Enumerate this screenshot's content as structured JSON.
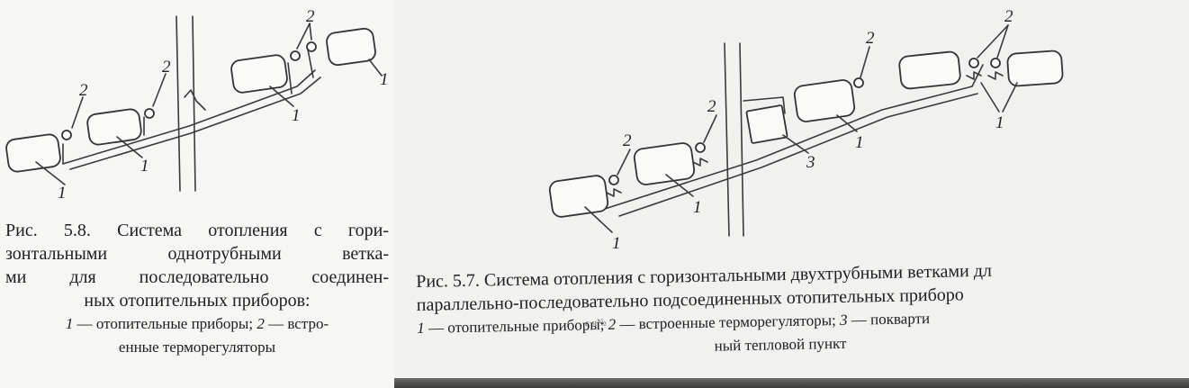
{
  "fig58": {
    "caption_lines": [
      "Рис. 5.8. Система отопления с гори-",
      "зонтальными однотрубными ветка-",
      "ми для последовательно соединен-",
      "ных отопительных приборов:"
    ],
    "legend": {
      "n1": "1",
      "t1": " — отопительные приборы; ",
      "n2": "2",
      "t2": " — встро-",
      "line2": "енные терморегуляторы"
    },
    "labels": [
      "1",
      "1",
      "1",
      "1",
      "2",
      "2",
      "2"
    ]
  },
  "fig57": {
    "caption_lines": [
      "Рис. 5.7. Система отопления с горизонтальными двухтрубными ветками дл",
      "параллельно-последовательно подсоединенных отопительных приборо"
    ],
    "legend": {
      "n1": "1",
      "t1": " — отопительные приборы; ",
      "n2": "2",
      "t2": " — встроенные терморегуляторы; ",
      "n3": "3",
      "t3": " — покварти",
      "line2": "ный тепловой пункт"
    },
    "labels": [
      "1",
      "1",
      "1",
      "1",
      "2",
      "2",
      "2",
      "2",
      "3"
    ]
  },
  "stamp_text": "с   ч№"
}
